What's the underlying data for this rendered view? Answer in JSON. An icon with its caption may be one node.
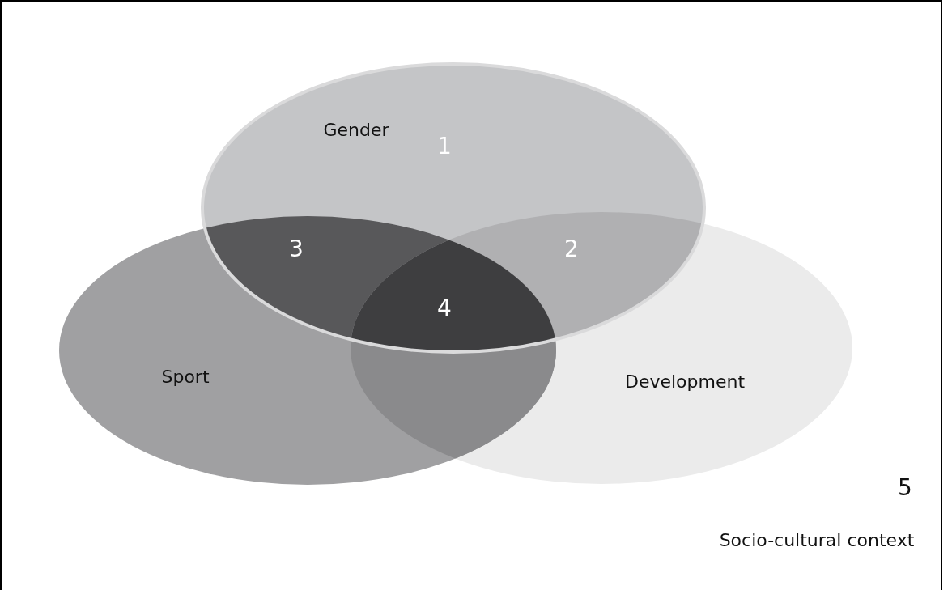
{
  "diagram": {
    "nodes": [
      {
        "text": [
          "5",
          "Socio-cultural context"
        ]
      },
      {
        "text": [
          "Gender"
        ],
        "in": 0
      },
      {
        "text": [
          "Sport"
        ],
        "in": 0
      },
      {
        "text": [
          "Development"
        ],
        "in": 0
      }
    ],
    "labels": [
      "1",
      "3",
      "2",
      "4"
    ]
  }
}
